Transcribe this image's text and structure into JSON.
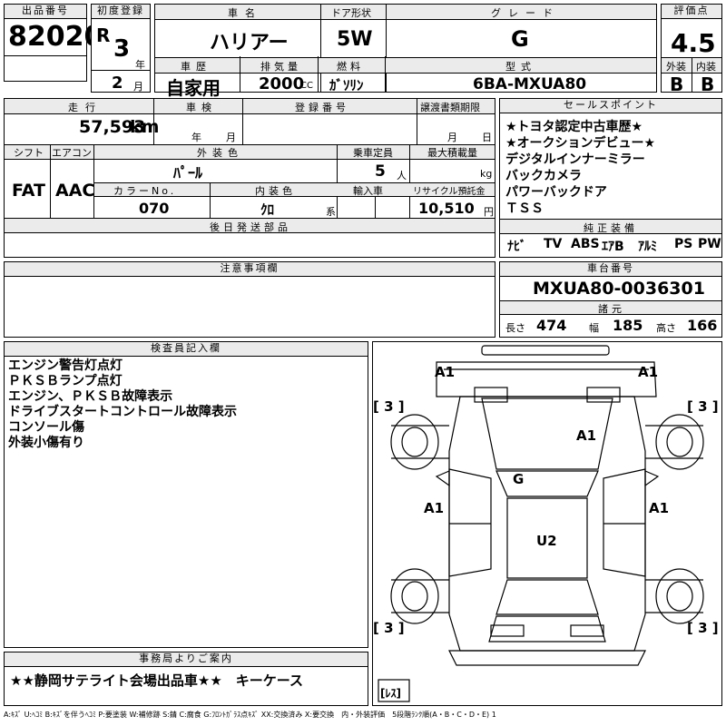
{
  "header": {
    "lot_label": "出品番号",
    "lot_no": "82020",
    "reg_label": "初度登録",
    "era": "R",
    "year": "3",
    "year_unit": "年",
    "month": "2",
    "month_unit": "月",
    "name_label": "車名",
    "car_name": "ハリアー",
    "door_label": "ドア形状",
    "door": "5W",
    "grade_label": "グレード",
    "grade": "G",
    "score_label": "評価点",
    "score": "4.5",
    "history_label": "車歴",
    "history": "自家用",
    "displacement_label": "排気量",
    "displacement": "2000",
    "cc": "CC",
    "fuel_label": "燃料",
    "fuel": "ｶﾞｿﾘﾝ",
    "model_label": "型式",
    "model": "6BA-MXUA80",
    "ext_label": "外装",
    "ext_grade": "B",
    "int_label": "内装",
    "int_grade": "B"
  },
  "row2": {
    "mileage_label": "走行",
    "mileage": "57,593",
    "km": "km",
    "inspection_label": "車検",
    "insp_year": "年",
    "insp_month": "月",
    "regno_label": "登録番号",
    "transfer_label": "譲渡書類期限",
    "tr_month": "月",
    "tr_day": "日",
    "shift_label": "シフト",
    "shift": "FAT",
    "ac_label": "エアコン",
    "ac": "AAC",
    "color_label": "外装色",
    "color": "ﾊﾟｰﾙ",
    "capacity_label": "乗車定員",
    "capacity": "5",
    "person": "人",
    "load_label": "最大積載量",
    "kg": "kg",
    "colorno_label": "カラーNo.",
    "color_no": "070",
    "intcolor_label": "内装色",
    "int_color": "ｸﾛ",
    "kei": "系",
    "import_label": "輸入車",
    "recycle_label": "リサイクル預託金",
    "recycle": "10,510",
    "yen": "円",
    "later_label": "後日発送部品"
  },
  "sales": {
    "label": "セールスポイント",
    "points": [
      "★トヨタ認定中古車歴★",
      "★オークションデビュー★",
      "デジタルインナーミラー",
      "バックカメラ",
      "パワーバックドア",
      "ＴＳＳ"
    ]
  },
  "equip": {
    "label": "純正装備",
    "items": [
      "ﾅﾋﾞ",
      "TV",
      "ABS",
      "ｴｱB",
      "ｱﾙﾐ",
      "PS",
      "PW"
    ]
  },
  "notes": {
    "label": "注意事項欄"
  },
  "chassis": {
    "label": "車台番号",
    "number": "MXUA80-0036301",
    "spec_label": "諸元",
    "len_label": "長さ",
    "length": "474",
    "wid_label": "幅",
    "width": "185",
    "hei_label": "高さ",
    "height": "166"
  },
  "inspector": {
    "label": "検査員記入欄",
    "lines": [
      "エンジン警告灯点灯",
      "ＰＫＳＢランプ点灯",
      "エンジン、ＰＫＳＢ故障表示",
      "ドライブスタートコントロール故障表示",
      "コンソール傷",
      "外装小傷有り"
    ]
  },
  "diagram": {
    "marks": {
      "fl_bumper": "A1",
      "fr_bumper": "A1",
      "hood": "A1",
      "windshield": "G",
      "left_door": "A1",
      "right_door": "A1",
      "roof": "U2",
      "tire_fl": "[ 3 ]",
      "tire_fr": "[ 3 ]",
      "tire_rl": "[ 3 ]",
      "tire_rr": "[ 3 ]",
      "spare": "[ﾚｽ]"
    }
  },
  "office": {
    "label": "事務局よりご案内",
    "text": "★★静岡サテライト会場出品車★★　キーケース"
  },
  "legend": "A:ｷｽﾞ U:ﾍｺﾐ B:ｷｽﾞを伴うﾍｺﾐ P:要塗装 W:補修跡 S:錆 C:腐食 G:ﾌﾛﾝﾄｶﾞﾗｽ点ｷｽﾞ XX:交換済み X:要交換　内・外装評価　5段階ﾗﾝｸ順(A・B・C・D・E) 1"
}
